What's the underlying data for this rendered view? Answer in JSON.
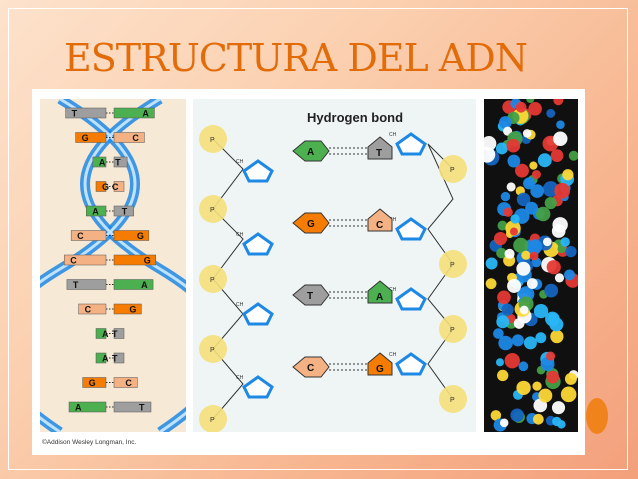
{
  "slide": {
    "title": "ESTRUCTURA DEL ADN"
  },
  "figure": {
    "credit": "©Addison Wesley Longman, Inc.",
    "middle_panel": {
      "hydrogen_bond_label": "Hydrogen bond",
      "pairs": [
        {
          "left": "A",
          "right": "T"
        },
        {
          "left": "G",
          "right": "C"
        },
        {
          "left": "T",
          "right": "A"
        },
        {
          "left": "C",
          "right": "G"
        }
      ],
      "sugar_label": "CH",
      "oh_label": "OH",
      "phosphate_label": "P"
    },
    "left_panel": {
      "pairs": [
        {
          "l": "T",
          "r": "A"
        },
        {
          "l": "G",
          "r": "C"
        },
        {
          "l": "A",
          "r": "T"
        },
        {
          "l": "G",
          "r": "C"
        },
        {
          "l": "A",
          "r": "T"
        },
        {
          "l": "C",
          "r": "G"
        },
        {
          "l": "C",
          "r": "G"
        },
        {
          "l": "T",
          "r": "A"
        },
        {
          "l": "C",
          "r": "G"
        },
        {
          "l": "A",
          "r": "T"
        },
        {
          "l": "A",
          "r": "T"
        },
        {
          "l": "G",
          "r": "C"
        },
        {
          "l": "A",
          "r": "T"
        }
      ]
    }
  },
  "colors": {
    "title": "#e36c0a",
    "adenine": "#4caf50",
    "thymine": "#9e9e9e",
    "guanine": "#f57c00",
    "cytosine": "#f4b183",
    "backbone": "#1e88e5",
    "phosphate": "#f5df7a"
  }
}
